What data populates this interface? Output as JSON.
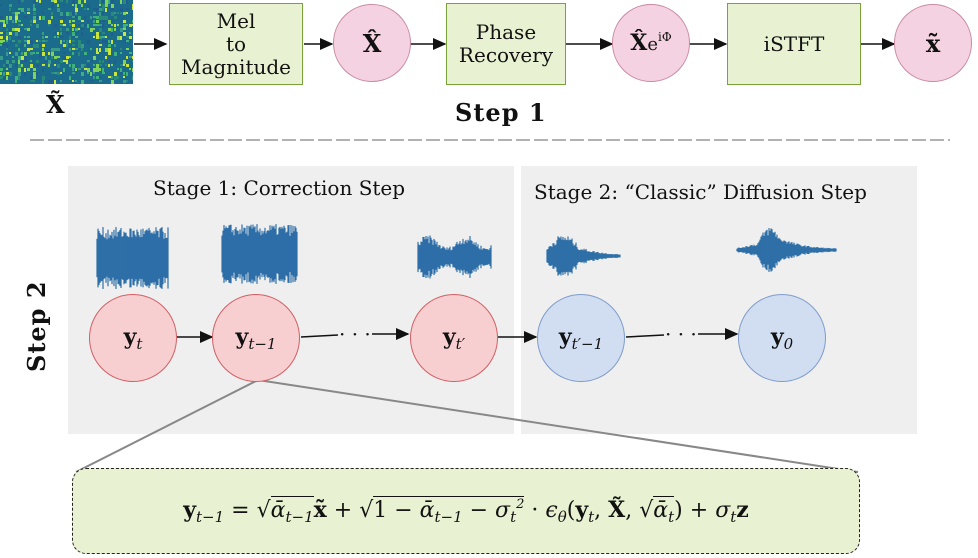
{
  "step1": {
    "label": "Step 1",
    "input_label": "X̃",
    "nodes": {
      "mel_to_mag": [
        "Mel",
        "to",
        "Magnitude"
      ],
      "x_hat": "X̂",
      "phase_recovery": [
        "Phase",
        "Recovery"
      ],
      "x_hat_phase_base": "X̂",
      "x_hat_phase_exp": "e",
      "x_hat_phase_sup": "iΦ",
      "istft": "iSTFT",
      "x_tilde_out": "x̃"
    }
  },
  "step2": {
    "label": "Step 2",
    "stage1_title": "Stage 1: Correction Step",
    "stage2_title": "Stage 2: “Classic” Diffusion Step",
    "dots": "· · ·",
    "nodes": {
      "yt": {
        "base": "y",
        "sub": "t"
      },
      "yt_minus_1": {
        "base": "y",
        "sub": "t−1"
      },
      "yt_prime": {
        "base": "y",
        "sub": "t′"
      },
      "yt_prime_minus_1": {
        "base": "y",
        "sub": "t′−1"
      },
      "y0": {
        "base": "y",
        "sub": "0"
      }
    }
  },
  "formula": {
    "lhs_base": "y",
    "lhs_sub": "t−1",
    "eq": "=",
    "alpha1": "ᾱ",
    "alpha1_sub": "t−1",
    "x_tilde": "x̃",
    "plus1": "+",
    "one_minus": "1 − ",
    "alpha2": "ᾱ",
    "alpha2_sub": "t−1",
    "minus_sigma": " − σ",
    "sigma_sub": "t",
    "sigma_sup": "2",
    "cdot": "·",
    "eps": "ϵ",
    "eps_sub": "θ",
    "open": "(",
    "arg_y": "y",
    "arg_y_sub": "t",
    "comma1": ", ",
    "arg_X": "X̃",
    "comma2": ", ",
    "alpha3": "ᾱ",
    "alpha3_sub": "t",
    "close": ")",
    "plus2": "+",
    "sigma2": "σ",
    "sigma2_sub": "t",
    "z": "z"
  },
  "colors": {
    "green_fill": "#e8f2d2",
    "green_border": "#7aa23a",
    "pink_fill": "#f5d2e1",
    "red_fill": "#f7cfd1",
    "blue_fill": "#d1def1",
    "waveform": "#2f6fa8",
    "stage_bg": "#efefef"
  }
}
